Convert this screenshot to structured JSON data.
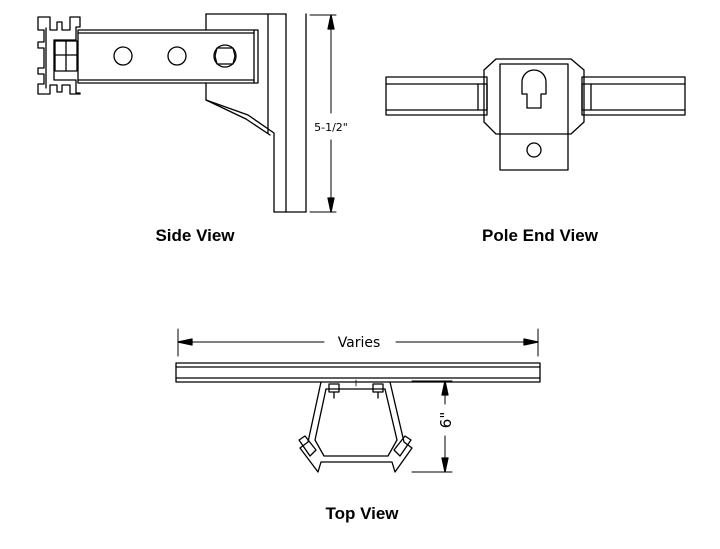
{
  "views": [
    {
      "id": "side",
      "title": "Side View"
    },
    {
      "id": "pole_end",
      "title": "Pole End View"
    },
    {
      "id": "top",
      "title": "Top View"
    }
  ],
  "dimensions": {
    "side_height": "5-1/2\"",
    "top_length": "Varies",
    "top_depth": "6\""
  },
  "colors": {
    "line": "#000000",
    "background": "#ffffff"
  }
}
